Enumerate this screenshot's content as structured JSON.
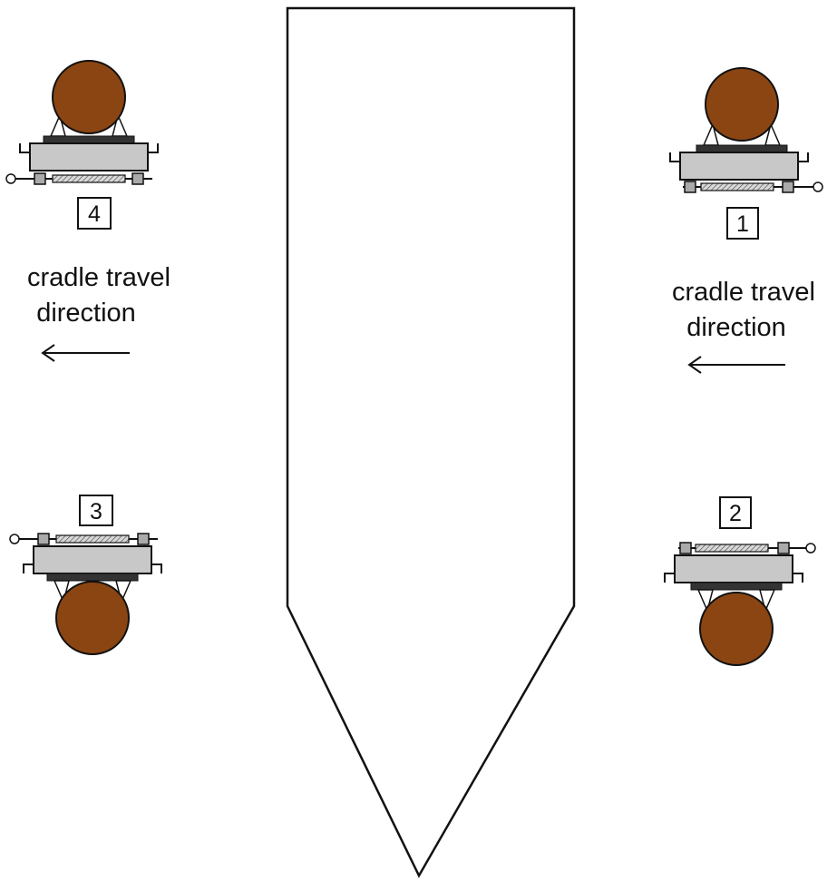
{
  "colors": {
    "outline": "#111111",
    "pipe": "#8b4513",
    "cradle_body": "#c8c8c8",
    "spring": "#a9a9a9",
    "background": "#ffffff"
  },
  "labels": {
    "left_caption_line1": "cradle travel",
    "left_caption_line2": "direction",
    "right_caption_line1": "cradle travel",
    "right_caption_line2": "direction"
  },
  "cradles": [
    {
      "number": "1"
    },
    {
      "number": "2"
    },
    {
      "number": "3"
    },
    {
      "number": "4"
    }
  ],
  "arrow_direction": "left"
}
